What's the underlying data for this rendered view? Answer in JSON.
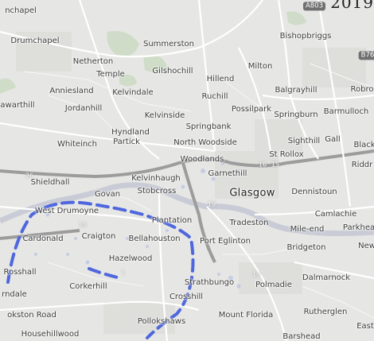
{
  "map": {
    "year_label": "2019",
    "road_shields": [
      "A803",
      "B76"
    ],
    "junction_numbers": [
      "26",
      "25",
      "19",
      "16",
      "15",
      "1a",
      "1"
    ],
    "places": [
      {
        "id": "anniesland-chapel",
        "text": "nchapel"
      },
      {
        "id": "drumchapel",
        "text": "Drumchapel"
      },
      {
        "id": "summerston",
        "text": "Summerston"
      },
      {
        "id": "bishopbriggs",
        "text": "Bishopbriggs"
      },
      {
        "id": "netherton",
        "text": "Netherton"
      },
      {
        "id": "milton",
        "text": "Milton"
      },
      {
        "id": "temple",
        "text": "Temple"
      },
      {
        "id": "gilshochill",
        "text": "Gilshochill"
      },
      {
        "id": "hillend",
        "text": "Hillend"
      },
      {
        "id": "anniesland",
        "text": "Anniesland"
      },
      {
        "id": "kelvindale",
        "text": "Kelvindale"
      },
      {
        "id": "balgrayhill",
        "text": "Balgrayhill"
      },
      {
        "id": "robroyston",
        "text": "Robro"
      },
      {
        "id": "ruchill",
        "text": "Ruchill"
      },
      {
        "id": "knightswood",
        "text": "awarthill"
      },
      {
        "id": "jordanhill",
        "text": "Jordanhill"
      },
      {
        "id": "possilpark",
        "text": "Possilpark"
      },
      {
        "id": "kelvinside",
        "text": "Kelvinside"
      },
      {
        "id": "springburn",
        "text": "Springburn"
      },
      {
        "id": "barmulloch",
        "text": "Barmulloch"
      },
      {
        "id": "springbank",
        "text": "Springbank"
      },
      {
        "id": "hyndland",
        "text": "Hyndland"
      },
      {
        "id": "whiteinch",
        "text": "Whiteinch"
      },
      {
        "id": "partick",
        "text": "Partick"
      },
      {
        "id": "north-woodside",
        "text": "North Woodside"
      },
      {
        "id": "sighthill",
        "text": "Sighthill"
      },
      {
        "id": "gall",
        "text": "Gall"
      },
      {
        "id": "black",
        "text": "Black"
      },
      {
        "id": "st-rollox",
        "text": "St Rollox"
      },
      {
        "id": "woodlands",
        "text": "Woodlands"
      },
      {
        "id": "riddrie",
        "text": "Riddr"
      },
      {
        "id": "shieldhall",
        "text": "Shieldhall"
      },
      {
        "id": "kelvinhaugh",
        "text": "Kelvinhaugh"
      },
      {
        "id": "garnethill",
        "text": "Garnethill"
      },
      {
        "id": "govan",
        "text": "Govan"
      },
      {
        "id": "stobcross",
        "text": "Stobcross"
      },
      {
        "id": "glasgow",
        "text": "Glasgow",
        "size": "big"
      },
      {
        "id": "dennistoun",
        "text": "Dennistoun"
      },
      {
        "id": "west-drumoyne",
        "text": "West Drumoyne"
      },
      {
        "id": "camlachie",
        "text": "Camlachie"
      },
      {
        "id": "plantation",
        "text": "Plantation"
      },
      {
        "id": "tradeston",
        "text": "Tradeston"
      },
      {
        "id": "cardonald",
        "text": "Cardonald"
      },
      {
        "id": "craigton",
        "text": "Craigton"
      },
      {
        "id": "bellahouston",
        "text": "Bellahouston"
      },
      {
        "id": "port-eglinton",
        "text": "Port Eglinton"
      },
      {
        "id": "mile-end",
        "text": "Mile-end"
      },
      {
        "id": "parkhead",
        "text": "Parkhea"
      },
      {
        "id": "bridgeton",
        "text": "Bridgeton"
      },
      {
        "id": "new",
        "text": "New"
      },
      {
        "id": "hazelwood",
        "text": "Hazelwood"
      },
      {
        "id": "rosshall",
        "text": "Rosshall"
      },
      {
        "id": "strathbungo",
        "text": "Strathbungo"
      },
      {
        "id": "polmadie",
        "text": "Polmadie"
      },
      {
        "id": "dalmarnock",
        "text": "Dalmarnock"
      },
      {
        "id": "corkerhill",
        "text": "Corkerhill"
      },
      {
        "id": "crosshill",
        "text": "Crosshill"
      },
      {
        "id": "crookston",
        "text": "rndale"
      },
      {
        "id": "crookston-road",
        "text": "okston Road"
      },
      {
        "id": "mount-florida",
        "text": "Mount Florida"
      },
      {
        "id": "pollokshaws",
        "text": "Pollokshaws"
      },
      {
        "id": "rutherglen",
        "text": "Rutherglen"
      },
      {
        "id": "east",
        "text": "East"
      },
      {
        "id": "househillwood",
        "text": "Househillwood"
      },
      {
        "id": "barrhead",
        "text": "Barshead"
      }
    ]
  },
  "colors": {
    "background": "#e9e9e7",
    "motorway": "#9a9a9a",
    "road": "#ffffff",
    "green": "#cfdcc7",
    "water": "#c7cbd6",
    "highlight_dash": "#4e67dd"
  }
}
